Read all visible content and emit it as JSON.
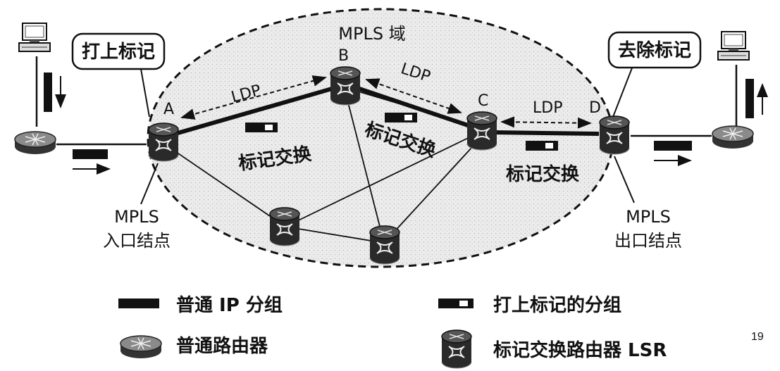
{
  "domain_title": "MPLS 域",
  "callouts": {
    "ingress": "打上标记",
    "egress": "去除标记"
  },
  "nodes": {
    "A": "A",
    "B": "B",
    "C": "C",
    "D": "D"
  },
  "ldp_labels": [
    "LDP",
    "LDP",
    "LDP"
  ],
  "label_swap": [
    "标记交换",
    "标记交换",
    "标记交换"
  ],
  "ingress_caption": {
    "line1": "MPLS",
    "line2": "入口结点"
  },
  "egress_caption": {
    "line1": "MPLS",
    "line2": "出口结点"
  },
  "legend": {
    "ip_packet": "普通 IP 分组",
    "labeled_packet": "打上标记的分组",
    "router": "普通路由器",
    "lsr": "标记交换路由器 LSR"
  },
  "page_number": "19",
  "colors": {
    "ink": "#111111",
    "domain_fill": "#e9e9e9",
    "background": "#ffffff"
  }
}
